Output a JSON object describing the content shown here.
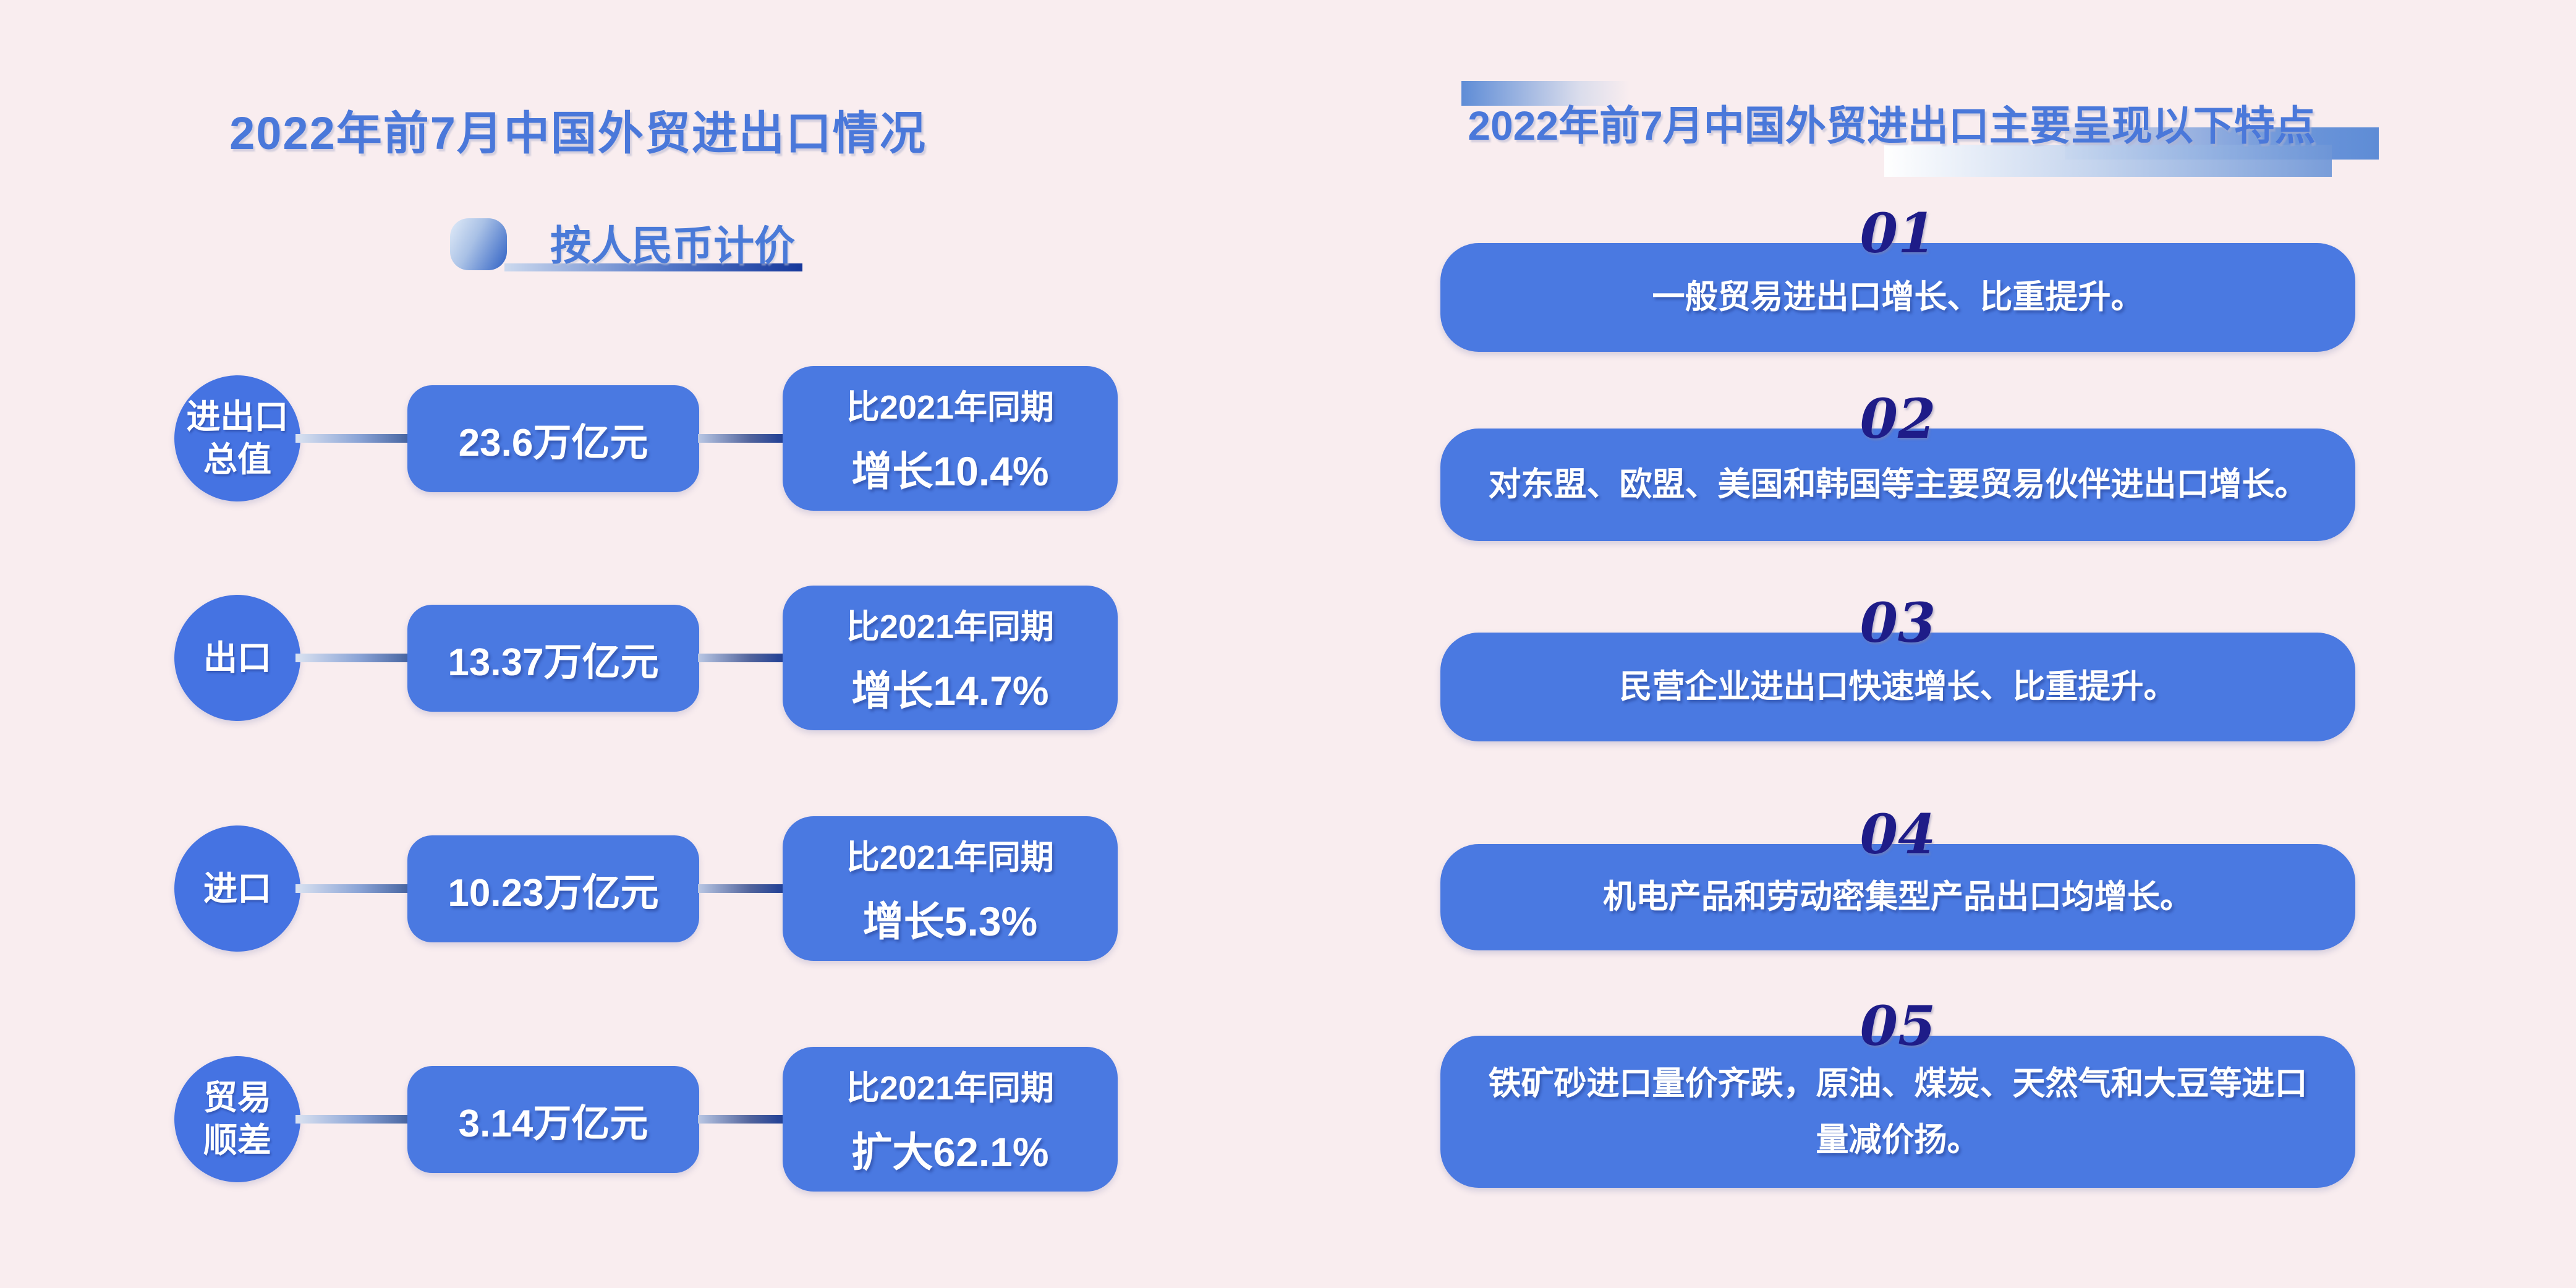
{
  "colors": {
    "background": "#f9edef",
    "box_blue": "#4a79e1",
    "circle_blue": "#4573e2",
    "title_blue": "#4a78da",
    "number_navy": "#1e1c88",
    "underline_navy": "#16389b"
  },
  "left": {
    "title": "2022年前7月中国外贸进出口情况",
    "subtitle": "按人民币计价",
    "rows": [
      {
        "label1": "进出口",
        "label2": "总值",
        "value": "23.6万亿元",
        "growth_line1": "比2021年同期",
        "growth_line2": "增长10.4%"
      },
      {
        "label1": "出口",
        "label2": "",
        "value": "13.37万亿元",
        "growth_line1": "比2021年同期",
        "growth_line2": "增长14.7%"
      },
      {
        "label1": "进口",
        "label2": "",
        "value": "10.23万亿元",
        "growth_line1": "比2021年同期",
        "growth_line2": "增长5.3%"
      },
      {
        "label1": "贸易",
        "label2": "顺差",
        "value": "3.14万亿元",
        "growth_line1": "比2021年同期",
        "growth_line2": "扩大62.1%"
      }
    ]
  },
  "right": {
    "title": "2022年前7月中国外贸进出口主要呈现以下特点",
    "items": [
      {
        "number": "01",
        "text": "一般贸易进出口增长、比重提升。"
      },
      {
        "number": "02",
        "text": "对东盟、欧盟、美国和韩国等主要贸易伙伴进出口增长。"
      },
      {
        "number": "03",
        "text": "民营企业进出口快速增长、比重提升。"
      },
      {
        "number": "04",
        "text": "机电产品和劳动密集型产品出口均增长。"
      },
      {
        "number": "05",
        "text": "铁矿砂进口量价齐跌，原油、煤炭、天然气和大豆等进口量减价扬。"
      }
    ]
  }
}
